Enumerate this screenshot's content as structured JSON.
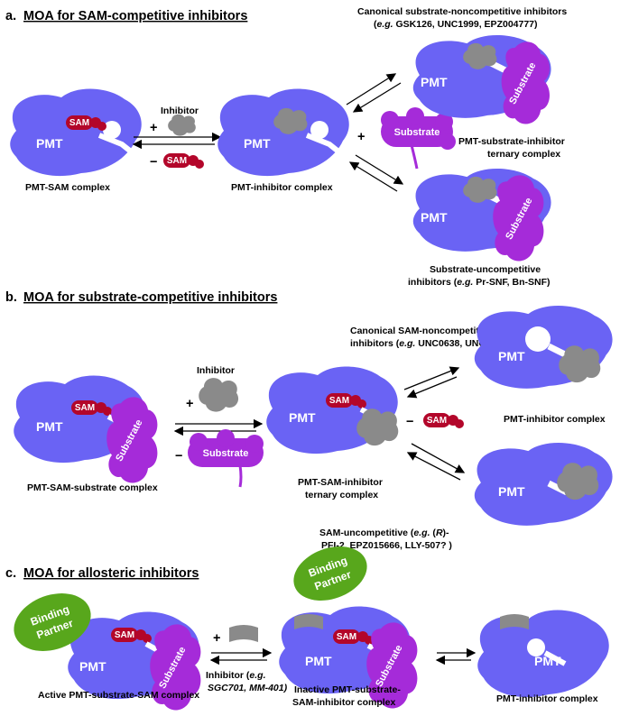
{
  "colors": {
    "pmt": "#6a63f4",
    "sam": "#b3062a",
    "substrate": "#a52bd9",
    "inhibitor": "#8a8a8a",
    "partner": "#58a71c"
  },
  "section_a": {
    "letter": "a.",
    "title": "MOA for SAM-competitive inhibitors",
    "pmt_sam_complex": "PMT-SAM complex",
    "pmt_inhibitor_complex": "PMT-inhibitor complex",
    "inhibitor_label": "Inhibitor",
    "plus": "+",
    "minus": "−",
    "canonical_line1": "Canonical substrate-noncompetitive inhibitors",
    "canonical_line2_pre": "(",
    "canonical_eg": "e.g.",
    "canonical_line2_post": " GSK126, UNC1999, EPZ004777)",
    "ternary_line1": "PMT-substrate-inhibitor",
    "ternary_line2": "ternary complex",
    "uncomp_line1": "Substrate-uncompetitive",
    "uncomp_line2_pre": "inhibitors (",
    "uncomp_eg": "e.g.",
    "uncomp_line2_post": " Pr-SNF, Bn-SNF)"
  },
  "section_b": {
    "letter": "b.",
    "title": "MOA for substrate-competitive inhibitors",
    "pmt_sam_substrate": "PMT-SAM-substrate complex",
    "inhibitor_label": "Inhibitor",
    "plus": "+",
    "minus": "−",
    "canonical_line1": "Canonical SAM-noncompetitive",
    "canonical_line2_pre": "inhibitors  (",
    "canonical_eg": "e.g.",
    "canonical_line2_post": " UNC0638, UNC0642)",
    "ternary_line1": "PMT-SAM-inhibitor",
    "ternary_line2": "ternary complex",
    "pmt_inhibitor_complex": "PMT-inhibitor complex",
    "uncomp_line1_pre": "SAM-uncompetitive (",
    "uncomp_eg": "e.g.",
    "uncomp_line1_mid": " (",
    "uncomp_r": "R",
    "uncomp_line1_post": ")-",
    "uncomp_line2": "PFI-2, EPZ015666, LLY-507? )"
  },
  "section_c": {
    "letter": "c.",
    "title": "MOA for allosteric inhibitors",
    "active": "Active PMT-substrate-SAM complex",
    "inhibitor_line1_pre": "Inhibitor (",
    "inhibitor_eg": "e.g.",
    "inhibitor_line2": "SGC701, MM-401)",
    "plus": "+",
    "inactive_line1": "Inactive PMT-substrate-",
    "inactive_line2": "SAM-inhibitor complex",
    "pmt_inhibitor_complex": "PMT-inhibitor complex"
  },
  "labels": {
    "pmt": "PMT",
    "sam": "SAM",
    "substrate": "Substrate",
    "binding": "Binding",
    "partner": "Partner"
  }
}
